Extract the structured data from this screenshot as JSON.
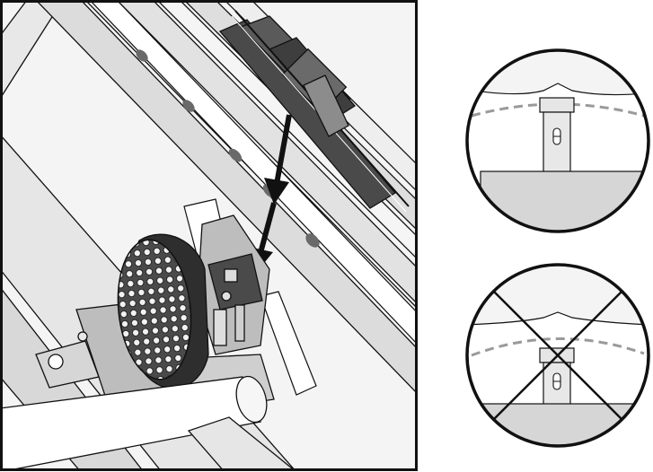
{
  "figure": {
    "main_view": {
      "description_icons": [
        "printhead-assembly",
        "ribbon-mask",
        "insert-arrow",
        "platen-rollers"
      ]
    },
    "details": [
      {
        "status": "correct",
        "marker": "none"
      },
      {
        "status": "incorrect",
        "marker": "x-cross"
      }
    ],
    "colors": {
      "line": "#111111",
      "dark_part": "#4a4a4a",
      "mid_part": "#8c8c8c",
      "light_part": "#d6d6d6",
      "paper": "#ffffff",
      "dashed_guide": "#9a9a9a"
    }
  }
}
